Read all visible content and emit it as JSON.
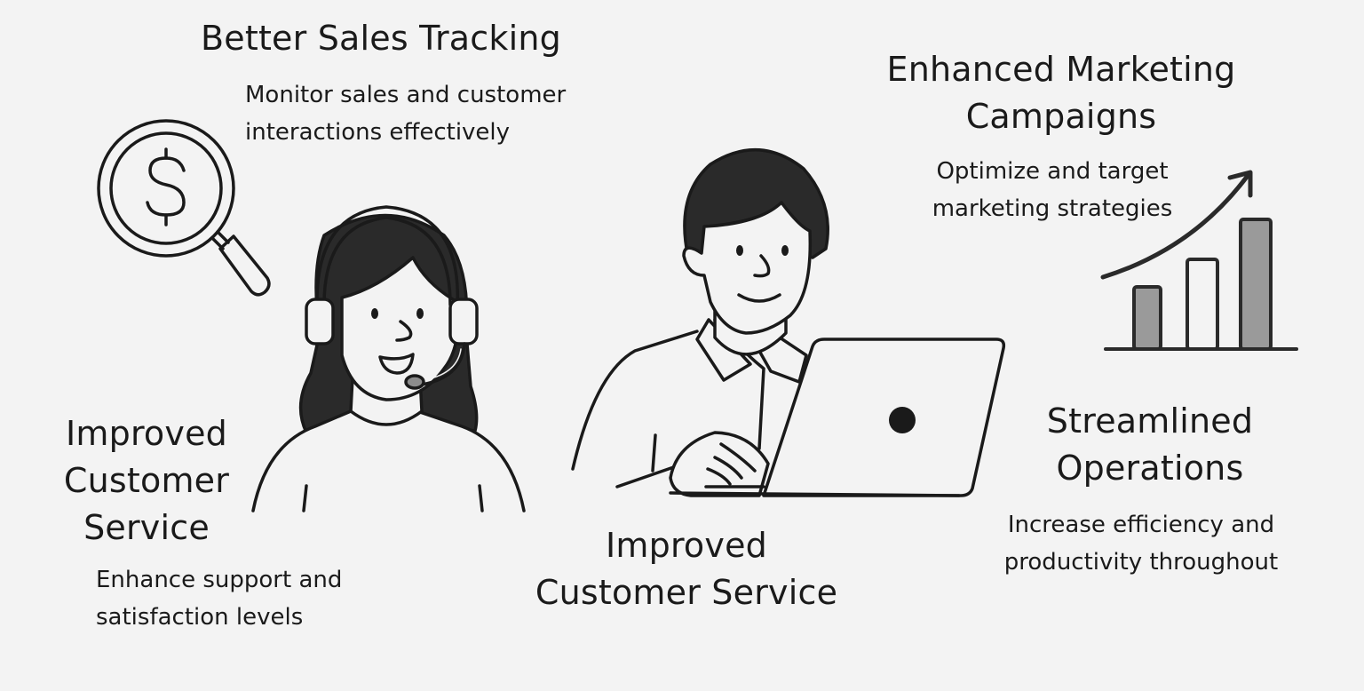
{
  "theme": {
    "background": "#f3f3f3",
    "ink": "#1a1a1a",
    "bar_fill": "#9a9a9a",
    "mic_fill": "#8c8c8c"
  },
  "benefits": {
    "sales_tracking": {
      "title": "Better  Sales Tracking",
      "desc_lines": [
        "Monitor sales and customer",
        "interactions effectively"
      ],
      "icon": "magnifying-glass-dollar-icon"
    },
    "marketing": {
      "title_lines": [
        "Enhanced Marketing",
        "Campaigns"
      ],
      "desc_lines": [
        "Optimize and target",
        "marketing strategies"
      ],
      "icon": "rising-bar-chart-icon"
    },
    "customer_service_left": {
      "title_lines": [
        "Improved",
        "Customer",
        "Service"
      ],
      "desc_lines": [
        "Enhance support and",
        "satisfaction levels"
      ],
      "icon": "support-agent-headset-illustration"
    },
    "customer_service_center": {
      "title_lines": [
        "Improved",
        "Customer Service"
      ],
      "icon": "man-with-laptop-illustration"
    },
    "operations": {
      "title_lines": [
        "Streamlined",
        "Operations"
      ],
      "desc_lines": [
        "Increase efficiency and",
        "productivity throughout"
      ]
    }
  }
}
